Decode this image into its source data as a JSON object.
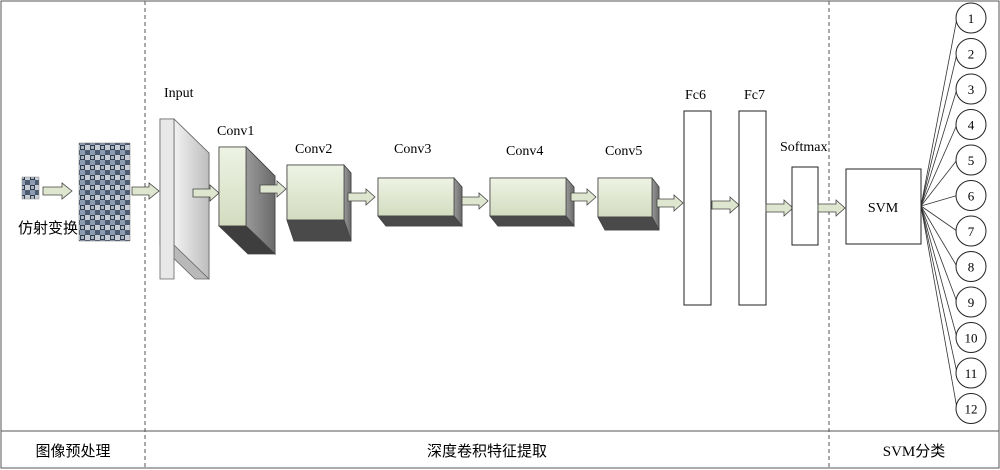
{
  "sections": {
    "preprocess_caption": "图像预处理",
    "feature_caption": "深度卷积特征提取",
    "svm_caption": "SVM分类"
  },
  "preprocess": {
    "transform_label": "仿射变换"
  },
  "layers": {
    "input": "Input",
    "conv1": "Conv1",
    "conv2": "Conv2",
    "conv3": "Conv3",
    "conv4": "Conv4",
    "conv5": "Conv5",
    "fc6": "Fc6",
    "fc7": "Fc7",
    "softmax": "Softmax"
  },
  "svm": {
    "label": "SVM"
  },
  "classes": [
    "1",
    "2",
    "3",
    "4",
    "5",
    "6",
    "7",
    "8",
    "9",
    "10",
    "11",
    "12"
  ],
  "colors": {
    "border": "#555555",
    "input_face": "#d4d4d4",
    "conv_face": "#e3ebd4",
    "conv_side": "#7f7f7f",
    "conv_top": "#4a4a4a",
    "arrow_fill": "#dfe6cf"
  }
}
